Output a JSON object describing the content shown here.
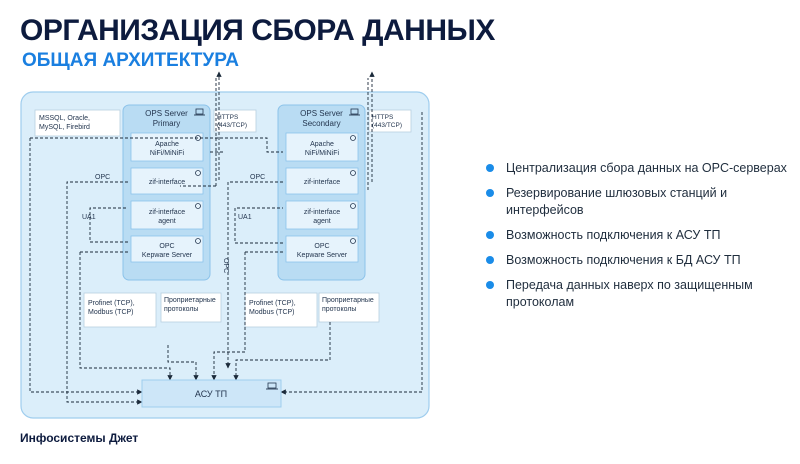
{
  "header": {
    "title": "ОРГАНИЗАЦИЯ СБОРА ДАННЫХ",
    "subtitle": "ОБЩАЯ АРХИТЕКТУРА"
  },
  "diagram": {
    "db_list": [
      "MSSQL, Oracle,",
      "MySQL, Firebird"
    ],
    "servers": [
      {
        "title": [
          "OPS Server",
          "Primary"
        ],
        "https": [
          "HTTPS",
          "(443/TCP)"
        ],
        "modules": [
          [
            "Apache",
            "NiFi/MiNiFi"
          ],
          [
            "zif-interface"
          ],
          [
            "zif-interface",
            "agent"
          ],
          [
            "OPC",
            "Kepware Server"
          ]
        ],
        "protocols": [
          "Profinet (TCP),",
          "Modbus (TCP)"
        ],
        "proprietary": [
          "Проприетарные",
          "протоколы"
        ]
      },
      {
        "title": [
          "OPS Server",
          "Secondary"
        ],
        "https": [
          "HTTPS",
          "(443/TCP)"
        ],
        "modules": [
          [
            "Apache",
            "NiFi/MiNiFi"
          ],
          [
            "zif-interface"
          ],
          [
            "zif-interface",
            "agent"
          ],
          [
            "OPC",
            "Kepware Server"
          ]
        ],
        "protocols": [
          "Profinet (TCP),",
          "Modbus (TCP)"
        ],
        "proprietary": [
          "Проприетарные",
          "протоколы"
        ]
      }
    ],
    "line_labels": {
      "opc_1": "OPC",
      "ua_1": "UA1",
      "opc_2": "OPC",
      "ua_2": "UA1",
      "opc_vertical": "OPC"
    },
    "asu": "АСУ ТП"
  },
  "bullets": [
    "Централизация сбора данных на OPC-серверах",
    "Резервирование шлюзовых станций и интерфейсов",
    "Возможность подключения к АСУ ТП",
    "Возможность подключения к БД АСУ ТП",
    "Передача данных наверх по защищенным протоколам"
  ],
  "footer": "Инфосистемы Джет",
  "colors": {
    "title": "#0d1b3e",
    "accent": "#1a7fe0",
    "panel": "#dbeefa",
    "server": "#b9dcf3",
    "module": "#e6f3fc"
  }
}
